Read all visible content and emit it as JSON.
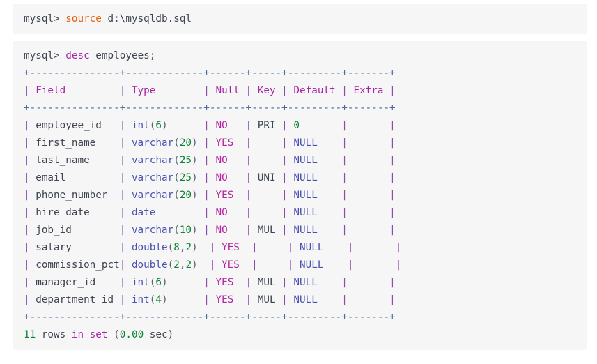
{
  "blocks": [
    {
      "id": "source-command",
      "lines": [
        {
          "id": "line-source",
          "tokens": [
            {
              "text": "mysql> ",
              "type": "plain"
            },
            {
              "text": "source",
              "type": "func"
            },
            {
              "text": " d:\\mysqldb.sql",
              "type": "plain"
            }
          ]
        }
      ]
    },
    {
      "id": "desc-output",
      "lines": [
        {
          "id": "line-desc",
          "tokens": [
            {
              "text": "mysql> ",
              "type": "plain"
            },
            {
              "text": "desc",
              "type": "keyword"
            },
            {
              "text": " employees;",
              "type": "plain"
            }
          ]
        },
        {
          "id": "rule-top",
          "tokens": [
            {
              "text": "+---------------+-------------+------+-----+---------+-------+",
              "type": "border"
            }
          ]
        },
        {
          "id": "row-header",
          "tokens": [
            {
              "text": "| ",
              "type": "pipe"
            },
            {
              "text": "Field",
              "type": "keyword"
            },
            {
              "text": "         | ",
              "type": "pipe"
            },
            {
              "text": "Type",
              "type": "keyword"
            },
            {
              "text": "        | ",
              "type": "pipe"
            },
            {
              "text": "Null",
              "type": "keyword"
            },
            {
              "text": " | ",
              "type": "pipe"
            },
            {
              "text": "Key",
              "type": "keyword"
            },
            {
              "text": " | ",
              "type": "pipe"
            },
            {
              "text": "Default",
              "type": "keyword"
            },
            {
              "text": " | ",
              "type": "pipe"
            },
            {
              "text": "Extra",
              "type": "keyword"
            },
            {
              "text": " |",
              "type": "pipe"
            }
          ]
        },
        {
          "id": "rule-mid",
          "tokens": [
            {
              "text": "+---------------+-------------+------+-----+---------+-------+",
              "type": "border"
            }
          ]
        },
        {
          "id": "row-employee-id",
          "tokens": [
            {
              "text": "| ",
              "type": "pipe"
            },
            {
              "text": "employee_id",
              "type": "plain"
            },
            {
              "text": "   | ",
              "type": "pipe"
            },
            {
              "text": "int",
              "type": "type"
            },
            {
              "text": "(",
              "type": "punct"
            },
            {
              "text": "6",
              "type": "number"
            },
            {
              "text": ")",
              "type": "punct"
            },
            {
              "text": "      | ",
              "type": "pipe"
            },
            {
              "text": "NO",
              "type": "magenta"
            },
            {
              "text": "   | ",
              "type": "pipe"
            },
            {
              "text": "PRI",
              "type": "plain"
            },
            {
              "text": " | ",
              "type": "pipe"
            },
            {
              "text": "0",
              "type": "number"
            },
            {
              "text": "       |       |",
              "type": "pipe"
            }
          ]
        },
        {
          "id": "row-first-name",
          "tokens": [
            {
              "text": "| ",
              "type": "pipe"
            },
            {
              "text": "first_name",
              "type": "plain"
            },
            {
              "text": "    | ",
              "type": "pipe"
            },
            {
              "text": "varchar",
              "type": "type"
            },
            {
              "text": "(",
              "type": "punct"
            },
            {
              "text": "20",
              "type": "number"
            },
            {
              "text": ")",
              "type": "punct"
            },
            {
              "text": " | ",
              "type": "pipe"
            },
            {
              "text": "YES",
              "type": "magenta"
            },
            {
              "text": "  |     | ",
              "type": "pipe"
            },
            {
              "text": "NULL",
              "type": "const"
            },
            {
              "text": "    |       |",
              "type": "pipe"
            }
          ]
        },
        {
          "id": "row-last-name",
          "tokens": [
            {
              "text": "| ",
              "type": "pipe"
            },
            {
              "text": "last_name",
              "type": "plain"
            },
            {
              "text": "     | ",
              "type": "pipe"
            },
            {
              "text": "varchar",
              "type": "type"
            },
            {
              "text": "(",
              "type": "punct"
            },
            {
              "text": "25",
              "type": "number"
            },
            {
              "text": ")",
              "type": "punct"
            },
            {
              "text": " | ",
              "type": "pipe"
            },
            {
              "text": "NO",
              "type": "magenta"
            },
            {
              "text": "   |     | ",
              "type": "pipe"
            },
            {
              "text": "NULL",
              "type": "const"
            },
            {
              "text": "    |       |",
              "type": "pipe"
            }
          ]
        },
        {
          "id": "row-email",
          "tokens": [
            {
              "text": "| ",
              "type": "pipe"
            },
            {
              "text": "email",
              "type": "plain"
            },
            {
              "text": "         | ",
              "type": "pipe"
            },
            {
              "text": "varchar",
              "type": "type"
            },
            {
              "text": "(",
              "type": "punct"
            },
            {
              "text": "25",
              "type": "number"
            },
            {
              "text": ")",
              "type": "punct"
            },
            {
              "text": " | ",
              "type": "pipe"
            },
            {
              "text": "NO",
              "type": "magenta"
            },
            {
              "text": "   | ",
              "type": "pipe"
            },
            {
              "text": "UNI",
              "type": "plain"
            },
            {
              "text": " | ",
              "type": "pipe"
            },
            {
              "text": "NULL",
              "type": "const"
            },
            {
              "text": "    |       |",
              "type": "pipe"
            }
          ]
        },
        {
          "id": "row-phone-number",
          "tokens": [
            {
              "text": "| ",
              "type": "pipe"
            },
            {
              "text": "phone_number",
              "type": "plain"
            },
            {
              "text": "  | ",
              "type": "pipe"
            },
            {
              "text": "varchar",
              "type": "type"
            },
            {
              "text": "(",
              "type": "punct"
            },
            {
              "text": "20",
              "type": "number"
            },
            {
              "text": ")",
              "type": "punct"
            },
            {
              "text": " | ",
              "type": "pipe"
            },
            {
              "text": "YES",
              "type": "magenta"
            },
            {
              "text": "  |     | ",
              "type": "pipe"
            },
            {
              "text": "NULL",
              "type": "const"
            },
            {
              "text": "    |       |",
              "type": "pipe"
            }
          ]
        },
        {
          "id": "row-hire-date",
          "tokens": [
            {
              "text": "| ",
              "type": "pipe"
            },
            {
              "text": "hire_date",
              "type": "plain"
            },
            {
              "text": "     | ",
              "type": "pipe"
            },
            {
              "text": "date",
              "type": "type"
            },
            {
              "text": "        | ",
              "type": "pipe"
            },
            {
              "text": "NO",
              "type": "magenta"
            },
            {
              "text": "   |     | ",
              "type": "pipe"
            },
            {
              "text": "NULL",
              "type": "const"
            },
            {
              "text": "    |       |",
              "type": "pipe"
            }
          ]
        },
        {
          "id": "row-job-id",
          "tokens": [
            {
              "text": "| ",
              "type": "pipe"
            },
            {
              "text": "job_id",
              "type": "plain"
            },
            {
              "text": "        | ",
              "type": "pipe"
            },
            {
              "text": "varchar",
              "type": "type"
            },
            {
              "text": "(",
              "type": "punct"
            },
            {
              "text": "10",
              "type": "number"
            },
            {
              "text": ")",
              "type": "punct"
            },
            {
              "text": " | ",
              "type": "pipe"
            },
            {
              "text": "NO",
              "type": "magenta"
            },
            {
              "text": "   | ",
              "type": "pipe"
            },
            {
              "text": "MUL",
              "type": "plain"
            },
            {
              "text": " | ",
              "type": "pipe"
            },
            {
              "text": "NULL",
              "type": "const"
            },
            {
              "text": "    |       |",
              "type": "pipe"
            }
          ]
        },
        {
          "id": "row-salary",
          "tokens": [
            {
              "text": "| ",
              "type": "pipe"
            },
            {
              "text": "salary",
              "type": "plain"
            },
            {
              "text": "        | ",
              "type": "pipe"
            },
            {
              "text": "double",
              "type": "type"
            },
            {
              "text": "(",
              "type": "punct"
            },
            {
              "text": "8",
              "type": "number"
            },
            {
              "text": ",",
              "type": "punct"
            },
            {
              "text": "2",
              "type": "number"
            },
            {
              "text": ")",
              "type": "punct"
            },
            {
              "text": "  | ",
              "type": "pipe"
            },
            {
              "text": "YES",
              "type": "magenta"
            },
            {
              "text": "  |     | ",
              "type": "pipe"
            },
            {
              "text": "NULL",
              "type": "const"
            },
            {
              "text": "    |       |",
              "type": "pipe"
            }
          ]
        },
        {
          "id": "row-commission-pct",
          "tokens": [
            {
              "text": "| ",
              "type": "pipe"
            },
            {
              "text": "commission_pct",
              "type": "plain"
            },
            {
              "text": "| ",
              "type": "pipe"
            },
            {
              "text": "double",
              "type": "type"
            },
            {
              "text": "(",
              "type": "punct"
            },
            {
              "text": "2",
              "type": "number"
            },
            {
              "text": ",",
              "type": "punct"
            },
            {
              "text": "2",
              "type": "number"
            },
            {
              "text": ")",
              "type": "punct"
            },
            {
              "text": "  | ",
              "type": "pipe"
            },
            {
              "text": "YES",
              "type": "magenta"
            },
            {
              "text": "  |     | ",
              "type": "pipe"
            },
            {
              "text": "NULL",
              "type": "const"
            },
            {
              "text": "    |       |",
              "type": "pipe"
            }
          ]
        },
        {
          "id": "row-manager-id",
          "tokens": [
            {
              "text": "| ",
              "type": "pipe"
            },
            {
              "text": "manager_id",
              "type": "plain"
            },
            {
              "text": "    | ",
              "type": "pipe"
            },
            {
              "text": "int",
              "type": "type"
            },
            {
              "text": "(",
              "type": "punct"
            },
            {
              "text": "6",
              "type": "number"
            },
            {
              "text": ")",
              "type": "punct"
            },
            {
              "text": "      | ",
              "type": "pipe"
            },
            {
              "text": "YES",
              "type": "magenta"
            },
            {
              "text": "  | ",
              "type": "pipe"
            },
            {
              "text": "MUL",
              "type": "plain"
            },
            {
              "text": " | ",
              "type": "pipe"
            },
            {
              "text": "NULL",
              "type": "const"
            },
            {
              "text": "    |       |",
              "type": "pipe"
            }
          ]
        },
        {
          "id": "row-department-id",
          "tokens": [
            {
              "text": "| ",
              "type": "pipe"
            },
            {
              "text": "department_id",
              "type": "plain"
            },
            {
              "text": " | ",
              "type": "pipe"
            },
            {
              "text": "int",
              "type": "type"
            },
            {
              "text": "(",
              "type": "punct"
            },
            {
              "text": "4",
              "type": "number"
            },
            {
              "text": ")",
              "type": "punct"
            },
            {
              "text": "      | ",
              "type": "pipe"
            },
            {
              "text": "YES",
              "type": "magenta"
            },
            {
              "text": "  | ",
              "type": "pipe"
            },
            {
              "text": "MUL",
              "type": "plain"
            },
            {
              "text": " | ",
              "type": "pipe"
            },
            {
              "text": "NULL",
              "type": "const"
            },
            {
              "text": "    |       |",
              "type": "pipe"
            }
          ]
        },
        {
          "id": "rule-bottom",
          "tokens": [
            {
              "text": "+---------------+-------------+------+-----+---------+-------+",
              "type": "border"
            }
          ]
        },
        {
          "id": "line-status",
          "tokens": [
            {
              "text": "11",
              "type": "number"
            },
            {
              "text": " rows ",
              "type": "plain"
            },
            {
              "text": "in",
              "type": "magenta"
            },
            {
              "text": " ",
              "type": "plain"
            },
            {
              "text": "set",
              "type": "keyword"
            },
            {
              "text": " (",
              "type": "punct"
            },
            {
              "text": "0.00",
              "type": "number"
            },
            {
              "text": " sec)",
              "type": "plain"
            }
          ]
        }
      ]
    }
  ],
  "table_summary": {
    "statement": "desc employees;",
    "columns": [
      "Field",
      "Type",
      "Null",
      "Key",
      "Default",
      "Extra"
    ],
    "rows": [
      {
        "Field": "employee_id",
        "Type": "int(6)",
        "Null": "NO",
        "Key": "PRI",
        "Default": "0",
        "Extra": ""
      },
      {
        "Field": "first_name",
        "Type": "varchar(20)",
        "Null": "YES",
        "Key": "",
        "Default": "NULL",
        "Extra": ""
      },
      {
        "Field": "last_name",
        "Type": "varchar(25)",
        "Null": "NO",
        "Key": "",
        "Default": "NULL",
        "Extra": ""
      },
      {
        "Field": "email",
        "Type": "varchar(25)",
        "Null": "NO",
        "Key": "UNI",
        "Default": "NULL",
        "Extra": ""
      },
      {
        "Field": "phone_number",
        "Type": "varchar(20)",
        "Null": "YES",
        "Key": "",
        "Default": "NULL",
        "Extra": ""
      },
      {
        "Field": "hire_date",
        "Type": "date",
        "Null": "NO",
        "Key": "",
        "Default": "NULL",
        "Extra": ""
      },
      {
        "Field": "job_id",
        "Type": "varchar(10)",
        "Null": "NO",
        "Key": "MUL",
        "Default": "NULL",
        "Extra": ""
      },
      {
        "Field": "salary",
        "Type": "double(8,2)",
        "Null": "YES",
        "Key": "",
        "Default": "NULL",
        "Extra": ""
      },
      {
        "Field": "commission_pct",
        "Type": "double(2,2)",
        "Null": "YES",
        "Key": "",
        "Default": "NULL",
        "Extra": ""
      },
      {
        "Field": "manager_id",
        "Type": "int(6)",
        "Null": "YES",
        "Key": "MUL",
        "Default": "NULL",
        "Extra": ""
      },
      {
        "Field": "department_id",
        "Type": "int(4)",
        "Null": "YES",
        "Key": "MUL",
        "Default": "NULL",
        "Extra": ""
      }
    ],
    "row_count_text": "11 rows in set (0.00 sec)"
  },
  "theme": {
    "page_background": "#ffffff",
    "block_background": "#f6f6f7",
    "plain": "#3f4551",
    "keyword": "#a626a4",
    "function": "#e36209",
    "type": "#4b52b1",
    "number": "#0b8235",
    "constant": "#4b52b1",
    "punctuation": "#5c6370",
    "border": "#4b6b9a",
    "pipe": "#8a4fa8",
    "magenta": "#b3259e"
  }
}
